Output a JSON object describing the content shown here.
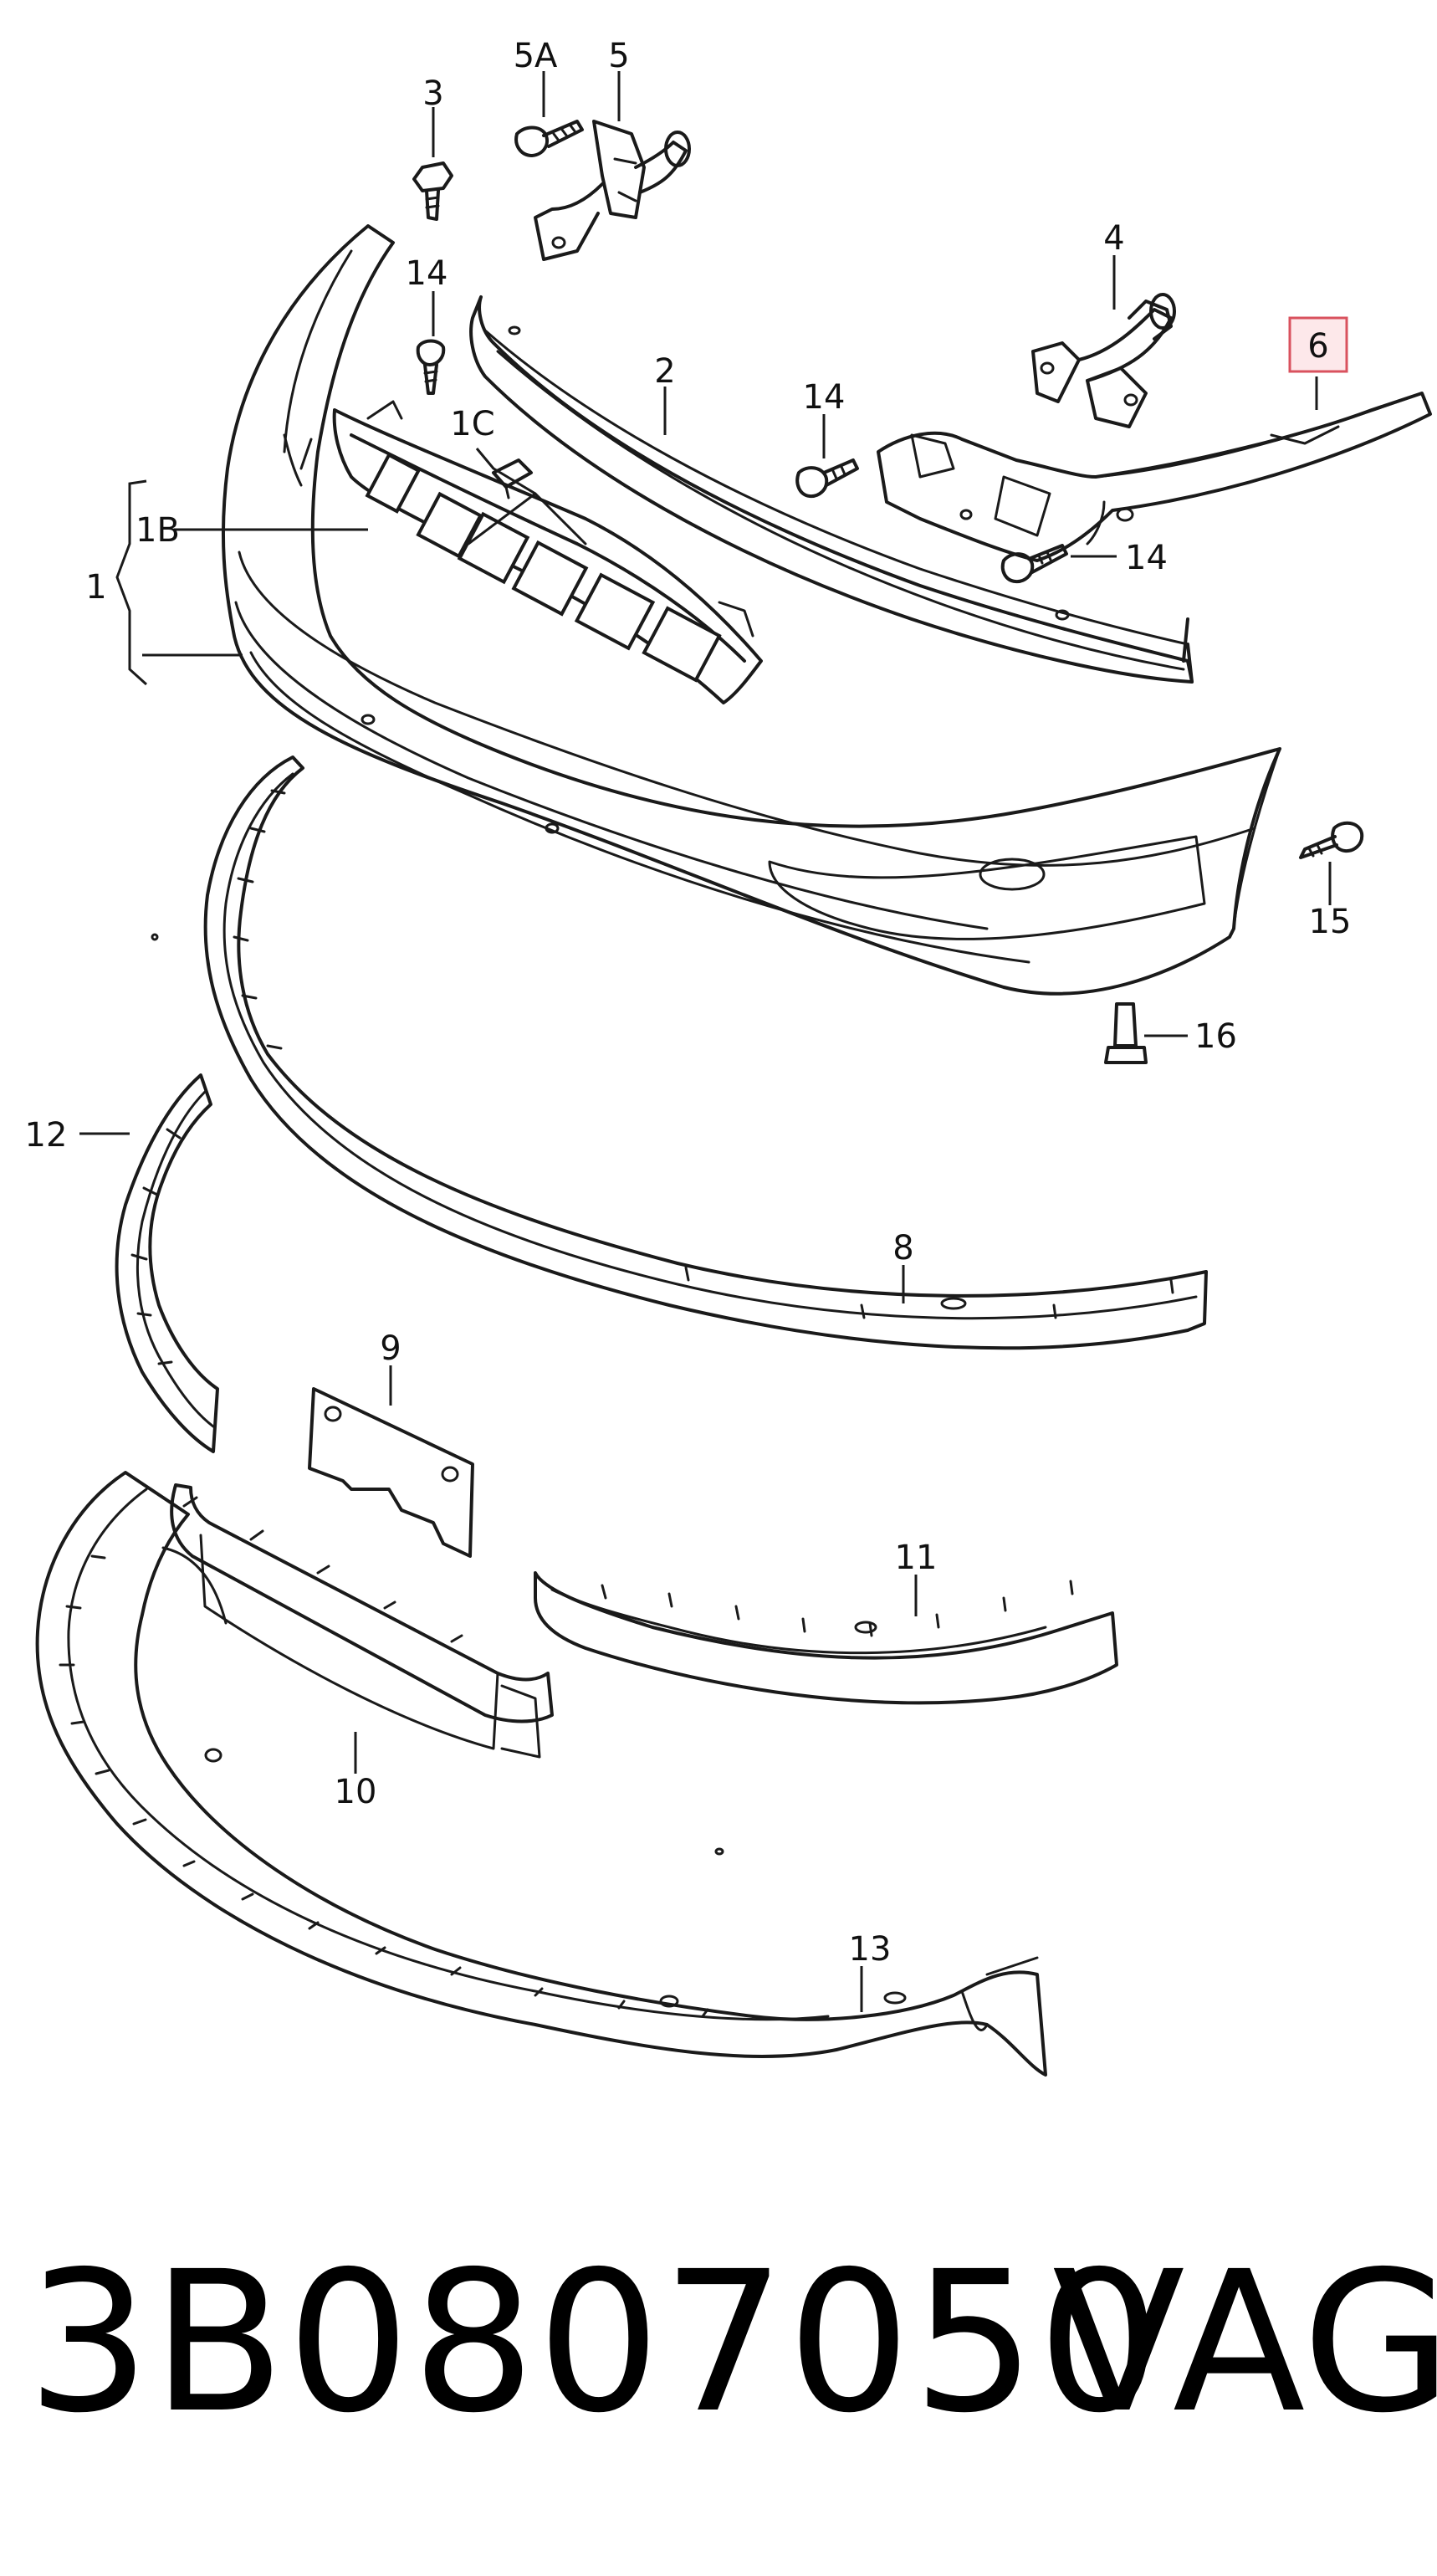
{
  "diagram": {
    "callouts": {
      "c1": "1",
      "c1b": "1B",
      "c1c": "1C",
      "c2": "2",
      "c3": "3",
      "c4": "4",
      "c5": "5",
      "c5a": "5A",
      "c6": "6",
      "c8": "8",
      "c9": "9",
      "c10": "10",
      "c11": "11",
      "c12": "12",
      "c13": "13",
      "c14a": "14",
      "c14b": "14",
      "c14c": "14",
      "c15": "15",
      "c16": "16"
    },
    "highlighted_callout": "6",
    "highlight_color": "#d9525e"
  },
  "footer": {
    "part_number": "3B0807050",
    "brand": "VAG"
  }
}
